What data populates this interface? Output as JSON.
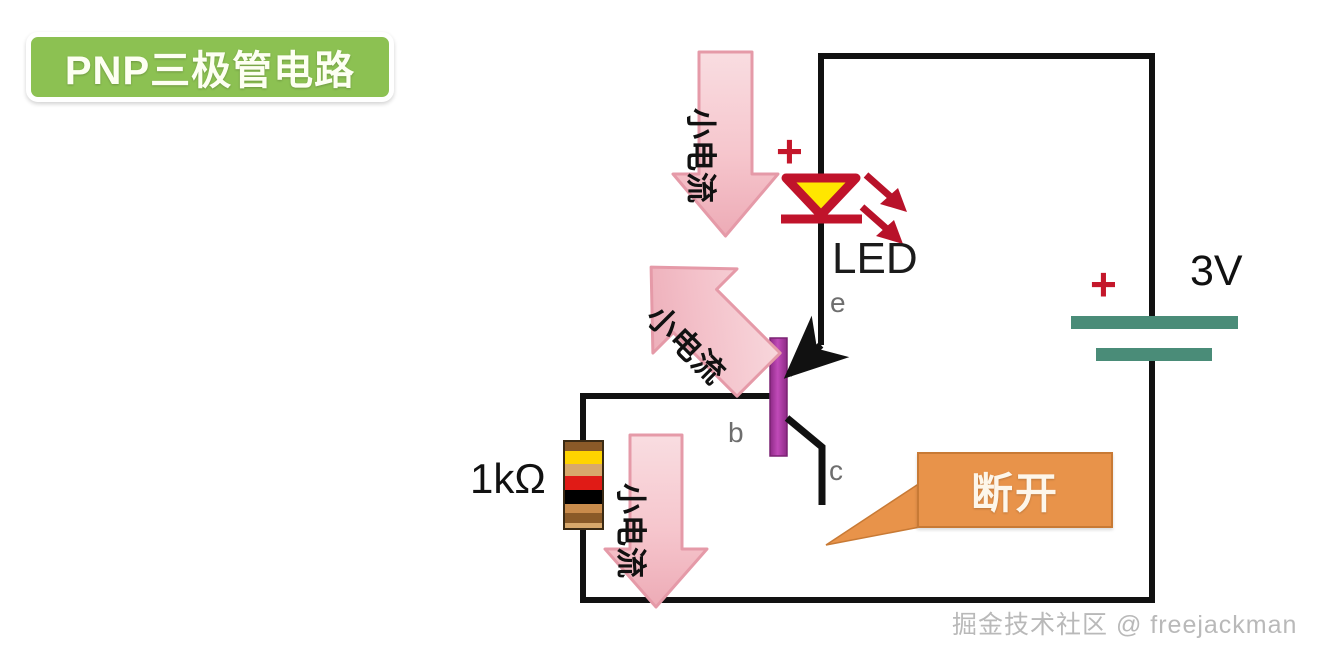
{
  "title": {
    "text": "PNP三极管电路",
    "badge_bg": "#8cc152",
    "badge_text_color": "#fdfff2"
  },
  "circuit": {
    "components": {
      "led": {
        "label": "LED",
        "polarity_sign": "+",
        "body_color": "#ffe600",
        "outline_color": "#c0132b",
        "emission_arrows": 2
      },
      "resistor": {
        "label": "1kΩ",
        "body_color": "#d8a86b",
        "bands": [
          "#8a5a28",
          "#ffd400",
          "#c98b4b",
          "#e01b16",
          "#000000",
          "#c98b4b",
          "#8a5a28",
          "#d8a86b"
        ]
      },
      "battery": {
        "label": "3V",
        "polarity_sign": "+",
        "plate_color": "#4a8c78"
      },
      "transistor": {
        "type": "PNP",
        "terminals": [
          {
            "id": "e",
            "label": "e"
          },
          {
            "id": "b",
            "label": "b"
          },
          {
            "id": "c",
            "label": "c"
          }
        ],
        "base_bar_color": "#a8329b"
      }
    },
    "wire_color": "#111111",
    "wire_width": 6
  },
  "flow_arrows": [
    {
      "id": "arrow-top",
      "label": "小电流",
      "direction": "down",
      "color": "#f6c6cd"
    },
    {
      "id": "arrow-diagonal",
      "label": "小电流",
      "direction": "down-left",
      "color": "#f6c6cd"
    },
    {
      "id": "arrow-bottom",
      "label": "小电流",
      "direction": "down",
      "color": "#f6c6cd"
    }
  ],
  "callout": {
    "text": "断开",
    "bg": "#e8934a",
    "text_color": "#fdf6ea"
  },
  "watermark": {
    "text": "掘金技术社区 @ freejackman"
  }
}
